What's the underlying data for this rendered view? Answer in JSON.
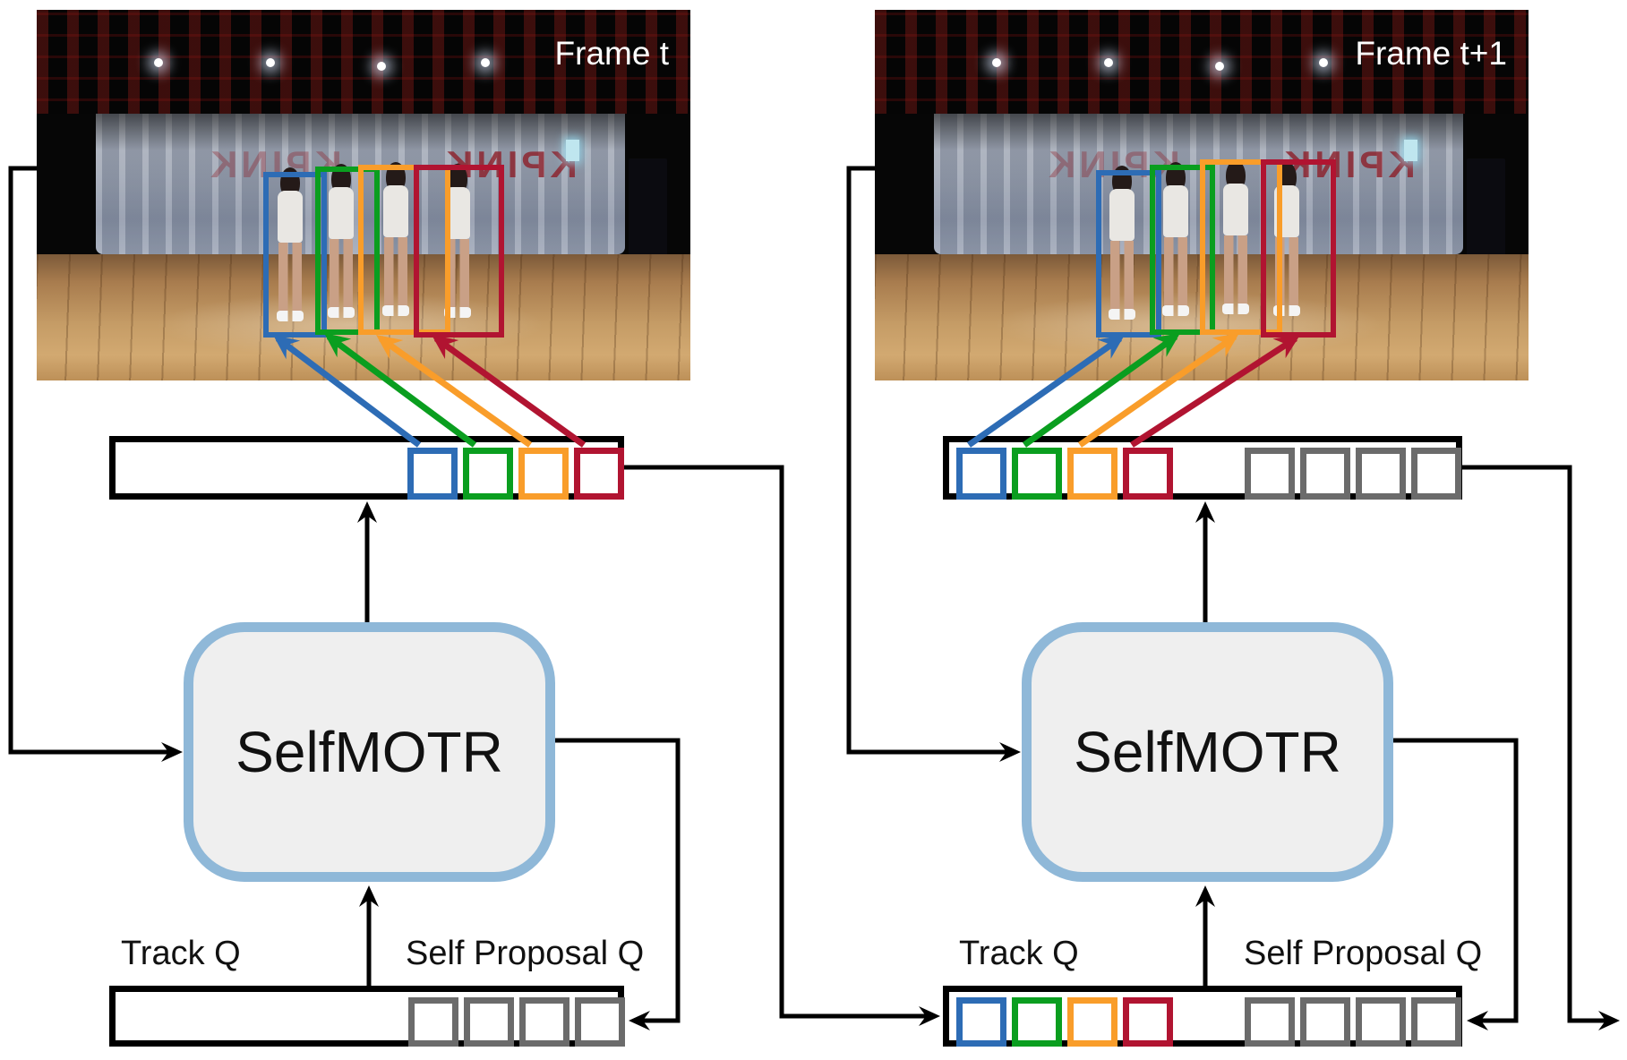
{
  "colors": {
    "line": "#000000",
    "tracks": {
      "blue": "#2d6cb5",
      "green": "#0a9e1f",
      "orange": "#f99d2a",
      "red": "#b11431"
    },
    "proposal_gray": "#6b6b6b",
    "block_border": "#8fb8d8",
    "block_fill": "#efefef",
    "frame_label_color": "#ffffff",
    "banner_red": "#8d1c26"
  },
  "frames": {
    "left": {
      "label": "Frame t"
    },
    "right": {
      "label": "Frame t+1"
    }
  },
  "scene": {
    "banner_text": "KPINK"
  },
  "blocks": {
    "left": {
      "label": "SelfMOTR"
    },
    "right": {
      "label": "SelfMOTR"
    }
  },
  "query_bars": {
    "left_bottom": {
      "track_label": "Track Q",
      "proposal_label": "Self Proposal Q"
    },
    "right_bottom": {
      "track_label": "Track Q",
      "proposal_label": "Self Proposal Q"
    }
  }
}
